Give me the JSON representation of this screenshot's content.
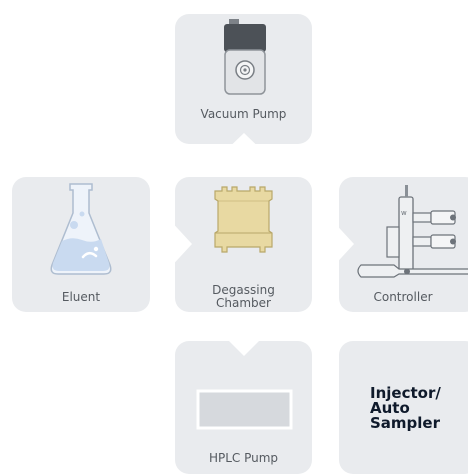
{
  "nodes": {
    "vacuum_pump": {
      "label": "Vacuum Pump"
    },
    "eluent": {
      "label": "Eluent"
    },
    "degassing_chamber": {
      "label": "Degassing\nChamber"
    },
    "controller": {
      "label": "Controller"
    },
    "hplc_pump": {
      "label": "HPLC Pump"
    },
    "injector": {
      "label": "Injector/\nAuto\nSampler"
    }
  },
  "colors": {
    "tile": "#e9ebee",
    "arrow": "#ffffff",
    "chamber_fill": "#e8d9a2",
    "chamber_stroke": "#b9a86a",
    "flask_liquid": "#c9daf0",
    "strong_text": "#0f1a2b"
  },
  "icons": [
    "vacuum-pump-icon",
    "flask-icon",
    "degassing-chamber-icon",
    "controller-valve-icon",
    "pump-block-icon"
  ]
}
